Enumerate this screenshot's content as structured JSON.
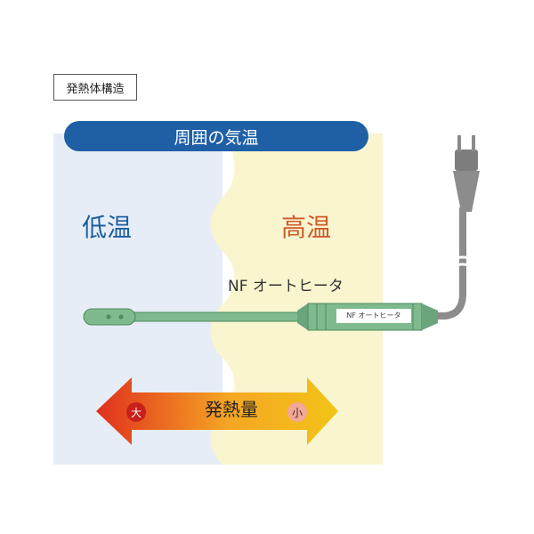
{
  "tag_label": "発熱体構造",
  "header_label": "周囲の気温",
  "zone_low_label": "低温",
  "zone_high_label": "高温",
  "product_label": "NF オートヒータ",
  "sleeve_label": "NF オートヒータ",
  "arrow_label": "発熱量",
  "badge_large": "大",
  "badge_small": "小",
  "colors": {
    "header_bar": "#1f5fa6",
    "cold_zone": "#e6edf6",
    "warm_zone": "#f8f5cf",
    "cable_green": "#7fba8f",
    "plug_gray": "#8c8c8c",
    "low_text": "#1e5fa0",
    "high_text": "#cf5b2a",
    "arrow_red": "#e0301e",
    "arrow_yellow": "#f7e23a"
  }
}
